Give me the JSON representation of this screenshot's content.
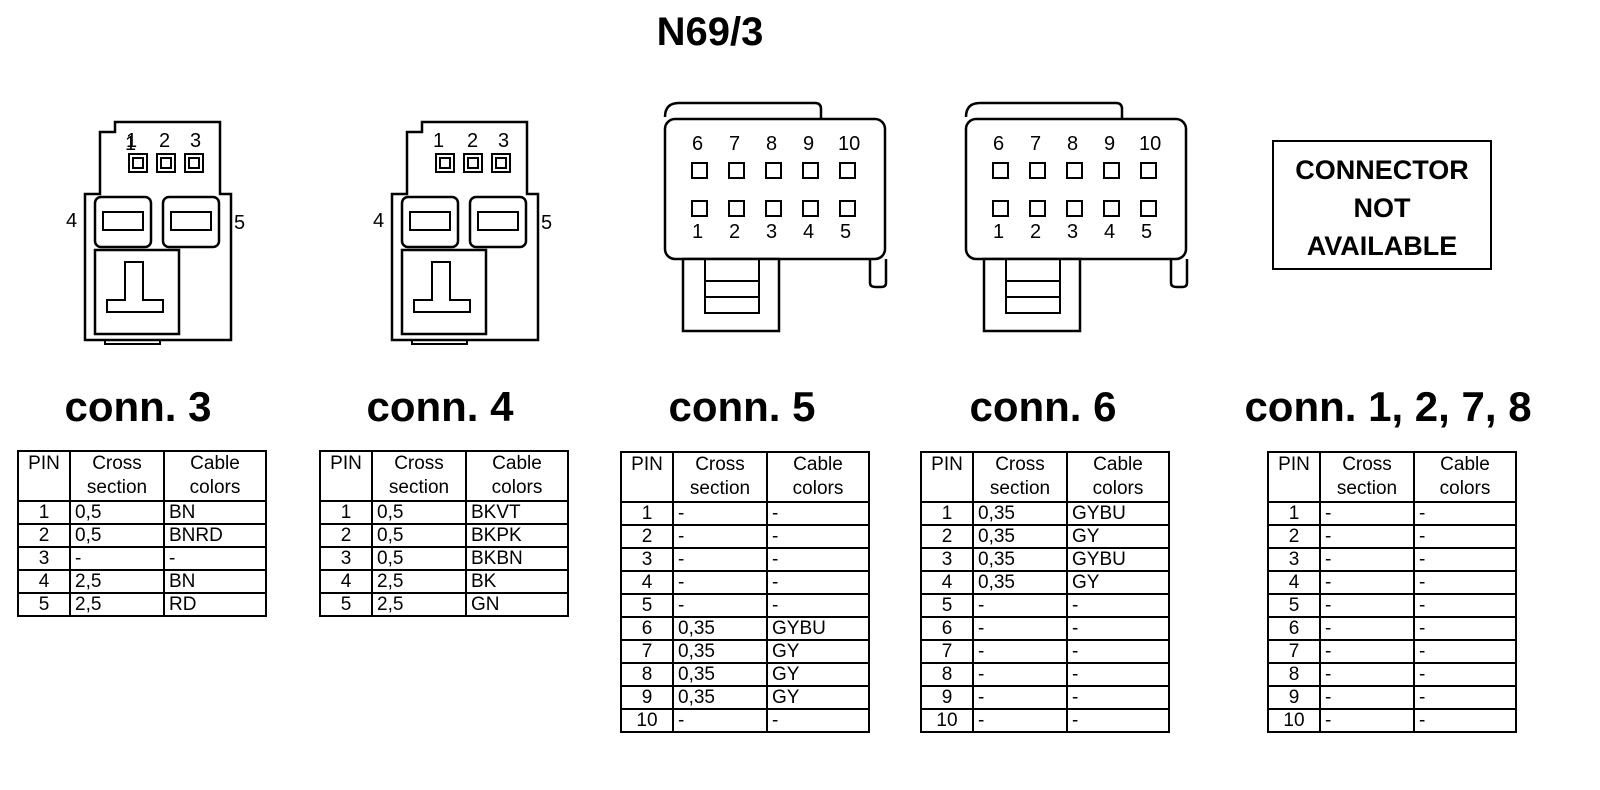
{
  "title": "N69/3",
  "connectors": [
    {
      "id": "conn3",
      "label": "conn. 3",
      "pin_labels_top": [
        "1",
        "2",
        "3"
      ],
      "pin_labels_side": [
        "4",
        "5"
      ],
      "headers": [
        "PIN",
        "Cross section",
        "Cable colors"
      ],
      "rows": [
        [
          "1",
          "0,5",
          "BN"
        ],
        [
          "2",
          "0,5",
          "BNRD"
        ],
        [
          "3",
          "-",
          "-"
        ],
        [
          "4",
          "2,5",
          "BN"
        ],
        [
          "5",
          "2,5",
          "RD"
        ]
      ]
    },
    {
      "id": "conn4",
      "label": "conn. 4",
      "pin_labels_top": [
        "1",
        "2",
        "3"
      ],
      "pin_labels_side": [
        "4",
        "5"
      ],
      "headers": [
        "PIN",
        "Cross section",
        "Cable colors"
      ],
      "rows": [
        [
          "1",
          "0,5",
          "BKVT"
        ],
        [
          "2",
          "0,5",
          "BKPK"
        ],
        [
          "3",
          "0,5",
          "BKBN"
        ],
        [
          "4",
          "2,5",
          "BK"
        ],
        [
          "5",
          "2,5",
          "GN"
        ]
      ]
    },
    {
      "id": "conn5",
      "label": "conn. 5",
      "pin_labels_top": [
        "6",
        "7",
        "8",
        "9",
        "10"
      ],
      "pin_labels_bottom": [
        "1",
        "2",
        "3",
        "4",
        "5"
      ],
      "headers": [
        "PIN",
        "Cross section",
        "Cable colors"
      ],
      "rows": [
        [
          "1",
          "-",
          "-"
        ],
        [
          "2",
          "-",
          "-"
        ],
        [
          "3",
          "-",
          "-"
        ],
        [
          "4",
          "-",
          "-"
        ],
        [
          "5",
          "-",
          "-"
        ],
        [
          "6",
          "0,35",
          "GYBU"
        ],
        [
          "7",
          "0,35",
          "GY"
        ],
        [
          "8",
          "0,35",
          "GY"
        ],
        [
          "9",
          "0,35",
          "GY"
        ],
        [
          "10",
          "-",
          "-"
        ]
      ]
    },
    {
      "id": "conn6",
      "label": "conn. 6",
      "pin_labels_top": [
        "6",
        "7",
        "8",
        "9",
        "10"
      ],
      "pin_labels_bottom": [
        "1",
        "2",
        "3",
        "4",
        "5"
      ],
      "headers": [
        "PIN",
        "Cross section",
        "Cable colors"
      ],
      "rows": [
        [
          "1",
          "0,35",
          "GYBU"
        ],
        [
          "2",
          "0,35",
          "GY"
        ],
        [
          "3",
          "0,35",
          "GYBU"
        ],
        [
          "4",
          "0,35",
          "GY"
        ],
        [
          "5",
          "-",
          "-"
        ],
        [
          "6",
          "-",
          "-"
        ],
        [
          "7",
          "-",
          "-"
        ],
        [
          "8",
          "-",
          "-"
        ],
        [
          "9",
          "-",
          "-"
        ],
        [
          "10",
          "-",
          "-"
        ]
      ]
    },
    {
      "id": "conn1278",
      "label": "conn. 1, 2, 7, 8",
      "not_available": [
        "CONNECTOR",
        "NOT",
        "AVAILABLE"
      ],
      "headers": [
        "PIN",
        "Cross section",
        "Cable colors"
      ],
      "rows": [
        [
          "1",
          "-",
          "-"
        ],
        [
          "2",
          "-",
          "-"
        ],
        [
          "3",
          "-",
          "-"
        ],
        [
          "4",
          "-",
          "-"
        ],
        [
          "5",
          "-",
          "-"
        ],
        [
          "6",
          "-",
          "-"
        ],
        [
          "7",
          "-",
          "-"
        ],
        [
          "8",
          "-",
          "-"
        ],
        [
          "9",
          "-",
          "-"
        ],
        [
          "10",
          "-",
          "-"
        ]
      ]
    }
  ]
}
